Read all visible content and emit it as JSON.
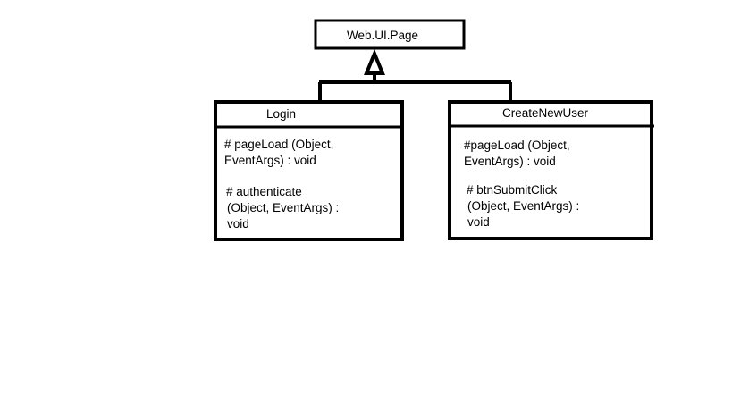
{
  "diagram": {
    "parent": {
      "name": "Web.UI.Page"
    },
    "classes": [
      {
        "id": "login",
        "name": "Login",
        "methods": [
          [
            "# pageLoad (Object,",
            "EventArgs) : void"
          ],
          [
            "# authenticate",
            "(Object, EventArgs) :",
            "void"
          ]
        ]
      },
      {
        "id": "create-new-user",
        "name": "CreateNewUser",
        "methods": [
          [
            "#pageLoad (Object,",
            "EventArgs) : void"
          ],
          [
            "# btnSubmitClick",
            "(Object, EventArgs) :",
            "void"
          ]
        ]
      }
    ],
    "relationship": "inheritance",
    "colors": {
      "stroke": "#000000",
      "background": "#ffffff"
    }
  }
}
